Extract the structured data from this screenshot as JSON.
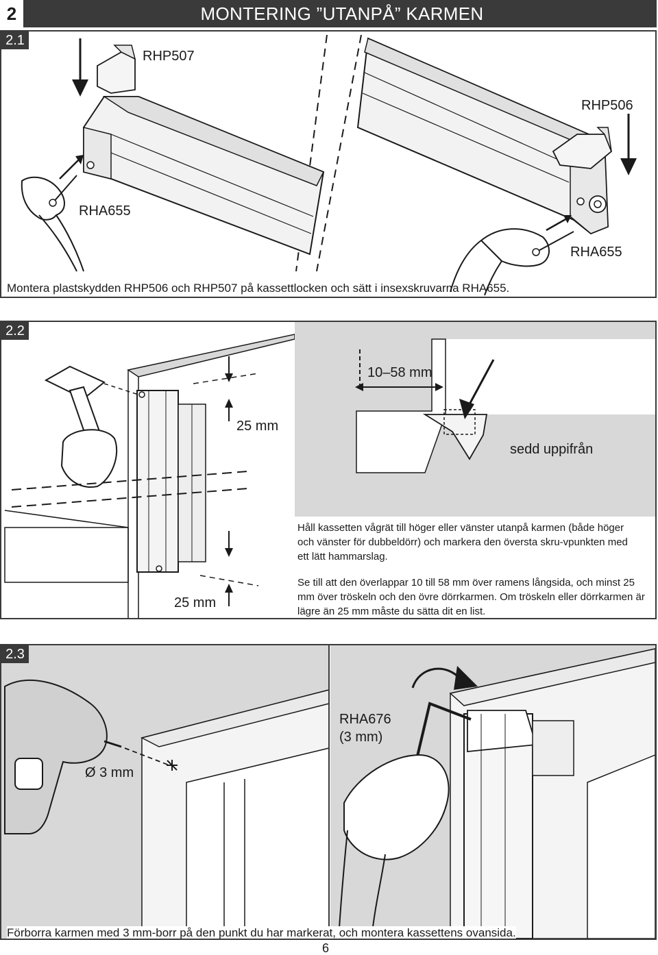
{
  "header": {
    "section_number": "2",
    "title": "MONTERING ”UTANPÅ” KARMEN"
  },
  "steps": [
    {
      "number": "2.1",
      "labels": {
        "rhp507": "RHP507",
        "rhp506": "RHP506",
        "rha655_left": "RHA655",
        "rha655_right": "RHA655"
      },
      "caption": "Montera plastskydden RHP506 och RHP507 på kassettlocken och sätt i insexskruvarna RHA655."
    },
    {
      "number": "2.2",
      "labels": {
        "top_gap": "25 mm",
        "bottom_gap": "25 mm",
        "overlap": "10–58 mm",
        "view": "sedd uppifrån"
      },
      "paragraph1": "Håll kassetten vågrät till höger eller vänster utanpå karmen (både höger och vänster för dubbeldörr) och markera den översta skru-vpunkten med ett lätt hammarslag.",
      "paragraph2": "Se till att den överlappar 10 till 58 mm över ramens långsida, och minst 25 mm över tröskeln och den övre dörrkarmen. Om tröskeln eller dörrkarmen är lägre än 25 mm måste du sätta dit en list."
    },
    {
      "number": "2.3",
      "labels": {
        "drill_size": "Ø 3 mm",
        "tool_name": "RHA676",
        "tool_size": "(3 mm)"
      },
      "caption": "Förborra karmen med 3 mm-borr på den punkt du har markerat, och montera kassettens ovansida."
    }
  ],
  "page_number": "6",
  "colors": {
    "header_bg": "#3a3a3a",
    "wall_gray": "#d8d8d8",
    "frame_gray": "#eaeaea",
    "line": "#1a1a1a"
  }
}
